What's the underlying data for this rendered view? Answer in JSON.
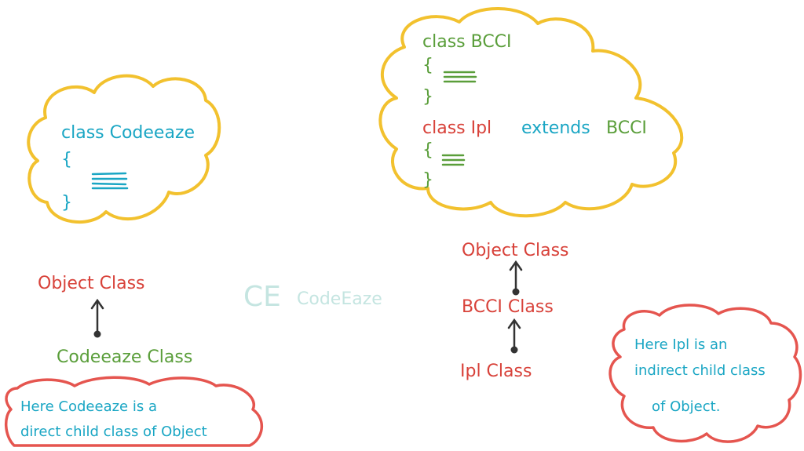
{
  "colors": {
    "teal": "#1aa6c4",
    "green": "#5a9e3a",
    "red": "#d8423a",
    "cloud_yellow": "#f2c12e",
    "cloud_red": "#e5554f",
    "dot": "#333333",
    "watermark": "#bfe3de"
  },
  "left_cloud": {
    "line1": "class Codeeaze",
    "open_brace": "{",
    "close_brace": "}"
  },
  "right_cloud": {
    "line1": "class BCCI",
    "open_brace_1": "{",
    "close_brace_1": "}",
    "line2_keyword": "class Ipl",
    "line2_extends": "extends",
    "line2_parent": "BCCI",
    "open_brace_2": "{",
    "close_brace_2": "}"
  },
  "left_hierarchy": {
    "parent": "Object Class",
    "child": "Codeeaze Class"
  },
  "right_hierarchy": {
    "top": "Object Class",
    "middle": "BCCI Class",
    "bottom": "Ipl Class"
  },
  "left_note": {
    "line1": "Here Codeeaze is a",
    "line2": "direct child class of Object"
  },
  "right_note": {
    "line1": "Here Ipl is an",
    "line2": "indirect child class",
    "line3": "of Object."
  },
  "watermark": {
    "logo": "CE",
    "text": "CodeEaze"
  }
}
